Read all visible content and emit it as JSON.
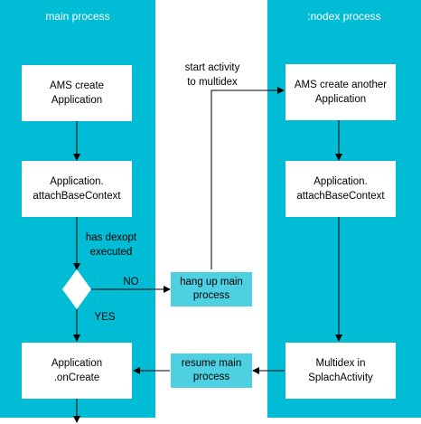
{
  "lanes": {
    "main": {
      "title": "main process"
    },
    "nodex": {
      "title": ":nodex process"
    }
  },
  "nodes": {
    "ams_create_application": "AMS create\nApplication",
    "attach_base_context_main": "Application.\nattachBaseContext",
    "application_oncreate": "Application\n.onCreate",
    "ams_create_another_application": "AMS create another\nApplication",
    "attach_base_context_nodex": "Application.\nattachBaseContext",
    "multidex_splash_activity": "Multidex in\nSplachActivity",
    "hang_up_main_process": "hang up main\nprocess",
    "resume_main_process": "resume main\nprocess"
  },
  "edges": {
    "has_dexopt_executed": "has dexopt\nexecuted",
    "no": "NO",
    "yes": "YES",
    "start_activity_to_multidex": "start activity\nto multidex"
  },
  "colors": {
    "lane": "#00bcd4",
    "middle_box": "#4dd0e1",
    "box": "#ffffff"
  }
}
